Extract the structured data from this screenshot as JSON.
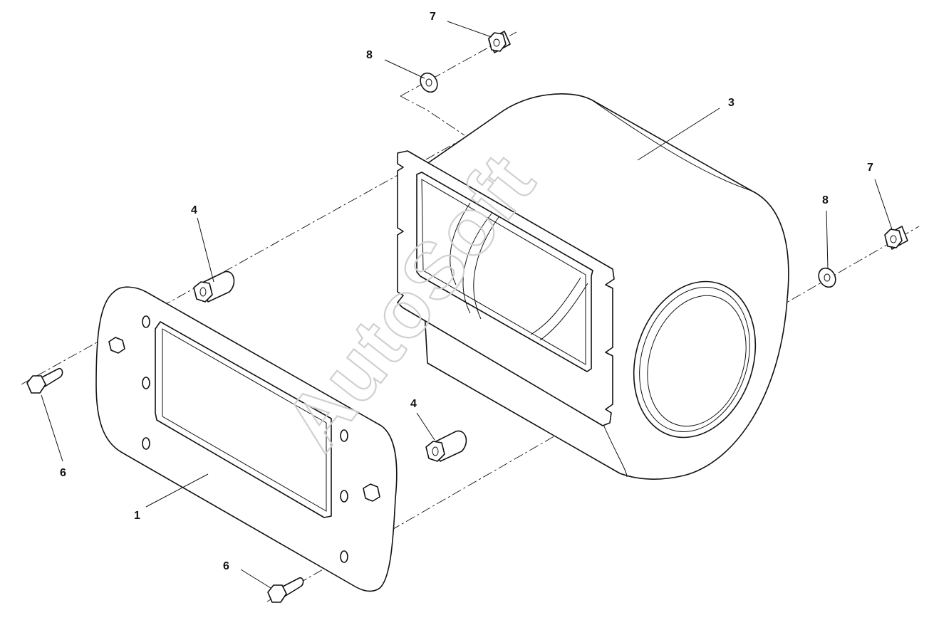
{
  "diagram": {
    "watermark": "AutoSoft",
    "callouts": [
      {
        "id": "c1",
        "label": "1"
      },
      {
        "id": "c3",
        "label": "3"
      },
      {
        "id": "c4a",
        "label": "4"
      },
      {
        "id": "c4b",
        "label": "4"
      },
      {
        "id": "c6a",
        "label": "6"
      },
      {
        "id": "c6b",
        "label": "6"
      },
      {
        "id": "c7a",
        "label": "7"
      },
      {
        "id": "c7b",
        "label": "7"
      },
      {
        "id": "c8a",
        "label": "8"
      },
      {
        "id": "c8b",
        "label": "8"
      }
    ],
    "line_color": "#111111",
    "watermark_color": "#d0d0d0"
  }
}
